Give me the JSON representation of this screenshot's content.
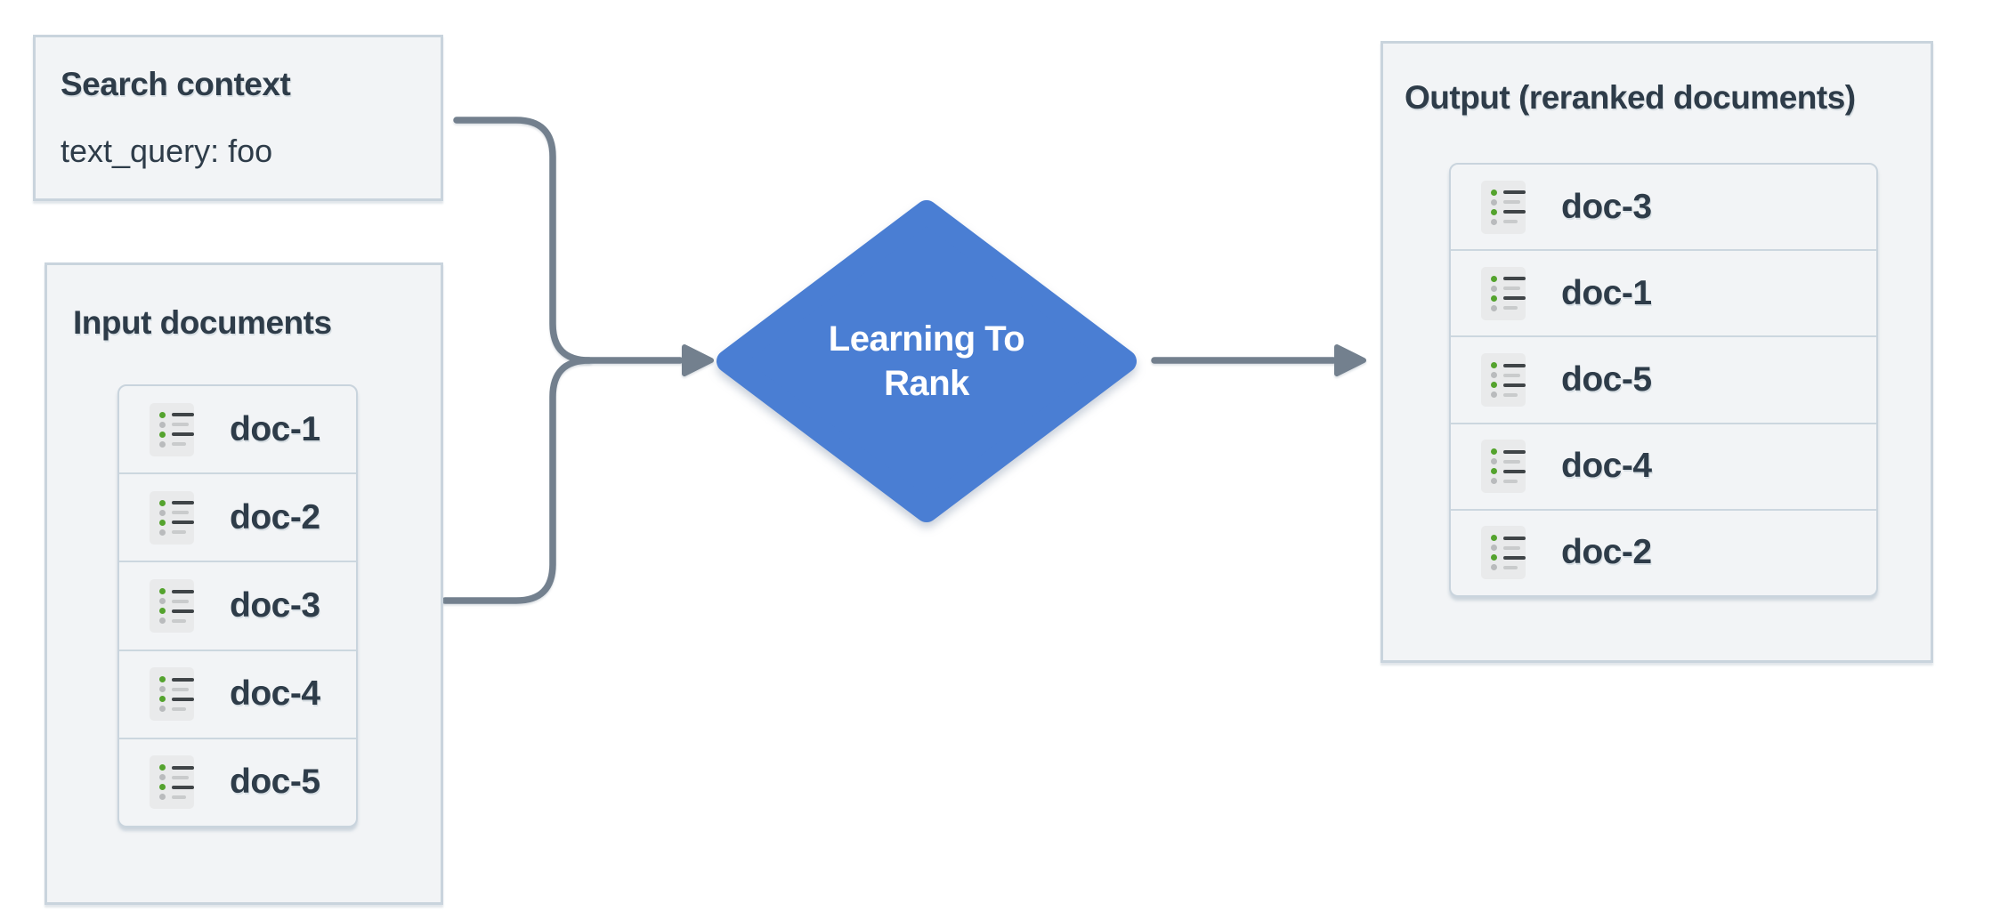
{
  "diagram": {
    "search_context": {
      "title": "Search context",
      "query": "text_query: foo"
    },
    "input_documents": {
      "title": "Input documents",
      "items": [
        "doc-1",
        "doc-2",
        "doc-3",
        "doc-4",
        "doc-5"
      ]
    },
    "process": {
      "label": "Learning To Rank"
    },
    "output_documents": {
      "title": "Output (reranked documents)",
      "items": [
        "doc-3",
        "doc-1",
        "doc-5",
        "doc-4",
        "doc-2"
      ]
    }
  },
  "icons": {
    "document_icon": "list-lines-icon"
  },
  "colors": {
    "canvas_bg": "#ffffff",
    "box_fill": "#f2f4f6",
    "box_border": "#c9d4dd",
    "row_divider": "#ccd7df",
    "text_dark": "#2e3c49",
    "connector_gray": "#73808e",
    "diamond_blue": "#4a7ed3",
    "diamond_text": "#ffffff",
    "icon_bg": "#e9eaeb",
    "icon_line_dark": "#3f4447",
    "icon_line_gray": "#c9cbcc",
    "icon_dot_green": "#54a32e",
    "icon_dot_gray": "#b9bbbd"
  }
}
